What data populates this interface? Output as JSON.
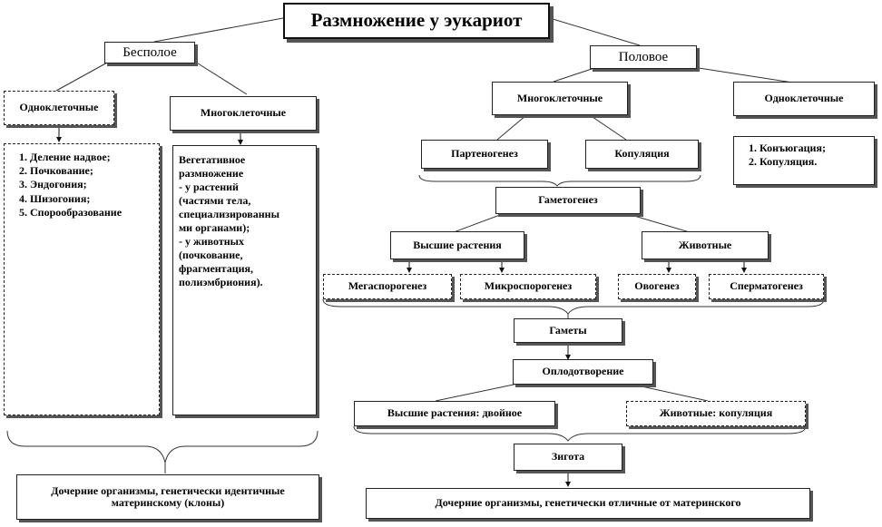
{
  "title": "Размножение у эукариот",
  "asexual": {
    "label": "Бесполое",
    "unicellular": {
      "label": "Одноклеточные",
      "items": [
        "Деление надвое;",
        "Почкование;",
        "Эндогония;",
        "Шизогония;",
        "Спорообразование"
      ]
    },
    "multicellular": {
      "label": "Многоклеточные",
      "lines": [
        "Вегетативное",
        "размножение",
        "- у растений",
        "(частями тела,",
        "специализированны",
        "ми органами);",
        "- у животных",
        "(почкование,",
        "фрагментация,",
        "полиэмбриония)."
      ]
    },
    "result": "Дочерние организмы, генетически идентичные материнскому (клоны)"
  },
  "sexual": {
    "label": "Половое",
    "multicellular": {
      "label": "Многоклеточные",
      "parthenogenesis": "Партеногенез",
      "copulation": "Копуляция"
    },
    "unicellular": {
      "label": "Одноклеточные",
      "items": [
        "Конъюгация;",
        "Копуляция."
      ]
    },
    "gametogenesis": "Гаметогенез",
    "higher_plants": {
      "label": "Высшие растения",
      "megasporogenesis": "Мегаспорогенез",
      "microsporogenesis": "Микроспорогенез"
    },
    "animals": {
      "label": "Животные",
      "oogenesis": "Овогенез",
      "spermatogenesis": "Сперматогенез"
    },
    "gametes": "Гаметы",
    "fertilization": "Оплодотворение",
    "fert_plants": "Высшие растения: двойное",
    "fert_animals": "Животные: копуляция",
    "zygote": "Зигота",
    "result": "Дочерние организмы, генетически отличные от материнского"
  }
}
